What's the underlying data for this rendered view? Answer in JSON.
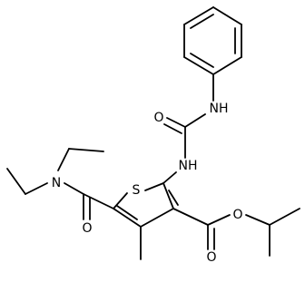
{
  "structure": {
    "atom_labels": {
      "nh_top": "NH",
      "o_urea": "O",
      "nh_mid": "NH",
      "s_ring": "S",
      "n_amide": "N",
      "o_amide": "O",
      "o_ester_carbonyl": "O",
      "o_ester_alkoxy": "O"
    }
  }
}
